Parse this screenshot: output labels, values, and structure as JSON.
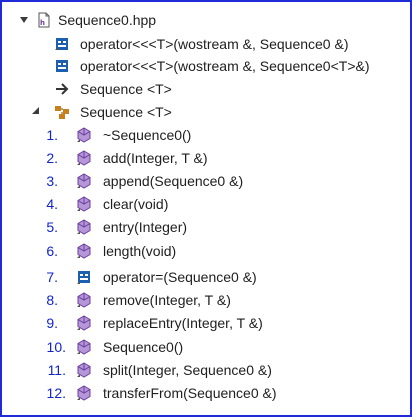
{
  "tree": {
    "file": {
      "label": "Sequence0.hpp",
      "icon": "cpp-header-file-icon"
    },
    "items": [
      {
        "label": "operator<<<T>(wostream &, Sequence0 &)",
        "icon": "operator-icon"
      },
      {
        "label": "operator<<<T>(wostream &, Sequence0<T>&)",
        "icon": "operator-icon"
      },
      {
        "label": "Sequence  <T>",
        "icon": "arrow-right-icon"
      },
      {
        "label": "Sequence  <T>",
        "icon": "class-icon"
      }
    ],
    "members": [
      {
        "num": "1.",
        "label": "~Sequence0()",
        "icon": "method-icon"
      },
      {
        "num": "2.",
        "label": "add(Integer, T &)",
        "icon": "method-icon"
      },
      {
        "num": "3.",
        "label": "append(Sequence0 &)",
        "icon": "method-icon"
      },
      {
        "num": "4.",
        "label": "clear(void)",
        "icon": "method-icon"
      },
      {
        "num": "5.",
        "label": "entry(Integer)",
        "icon": "method-icon"
      },
      {
        "num": "6.",
        "label": "length(void)",
        "icon": "method-icon"
      },
      {
        "num": "7.",
        "label": "operator=(Sequence0 &)",
        "icon": "operator-icon"
      },
      {
        "num": "8.",
        "label": "remove(Integer, T &)",
        "icon": "method-icon"
      },
      {
        "num": "9.",
        "label": "replaceEntry(Integer, T &)",
        "icon": "method-icon"
      },
      {
        "num": "10.",
        "label": "Sequence0()",
        "icon": "method-icon"
      },
      {
        "num": "11.",
        "label": "split(Integer, Sequence0 &)",
        "icon": "method-icon"
      },
      {
        "num": "12.",
        "label": "transferFrom(Sequence0 &)",
        "icon": "method-icon"
      }
    ]
  },
  "colors": {
    "border": "#1f2bd6",
    "number": "#1026c8",
    "method": "#6b3fa0",
    "operator": "#1c5fb0",
    "class": "#c8801c"
  }
}
